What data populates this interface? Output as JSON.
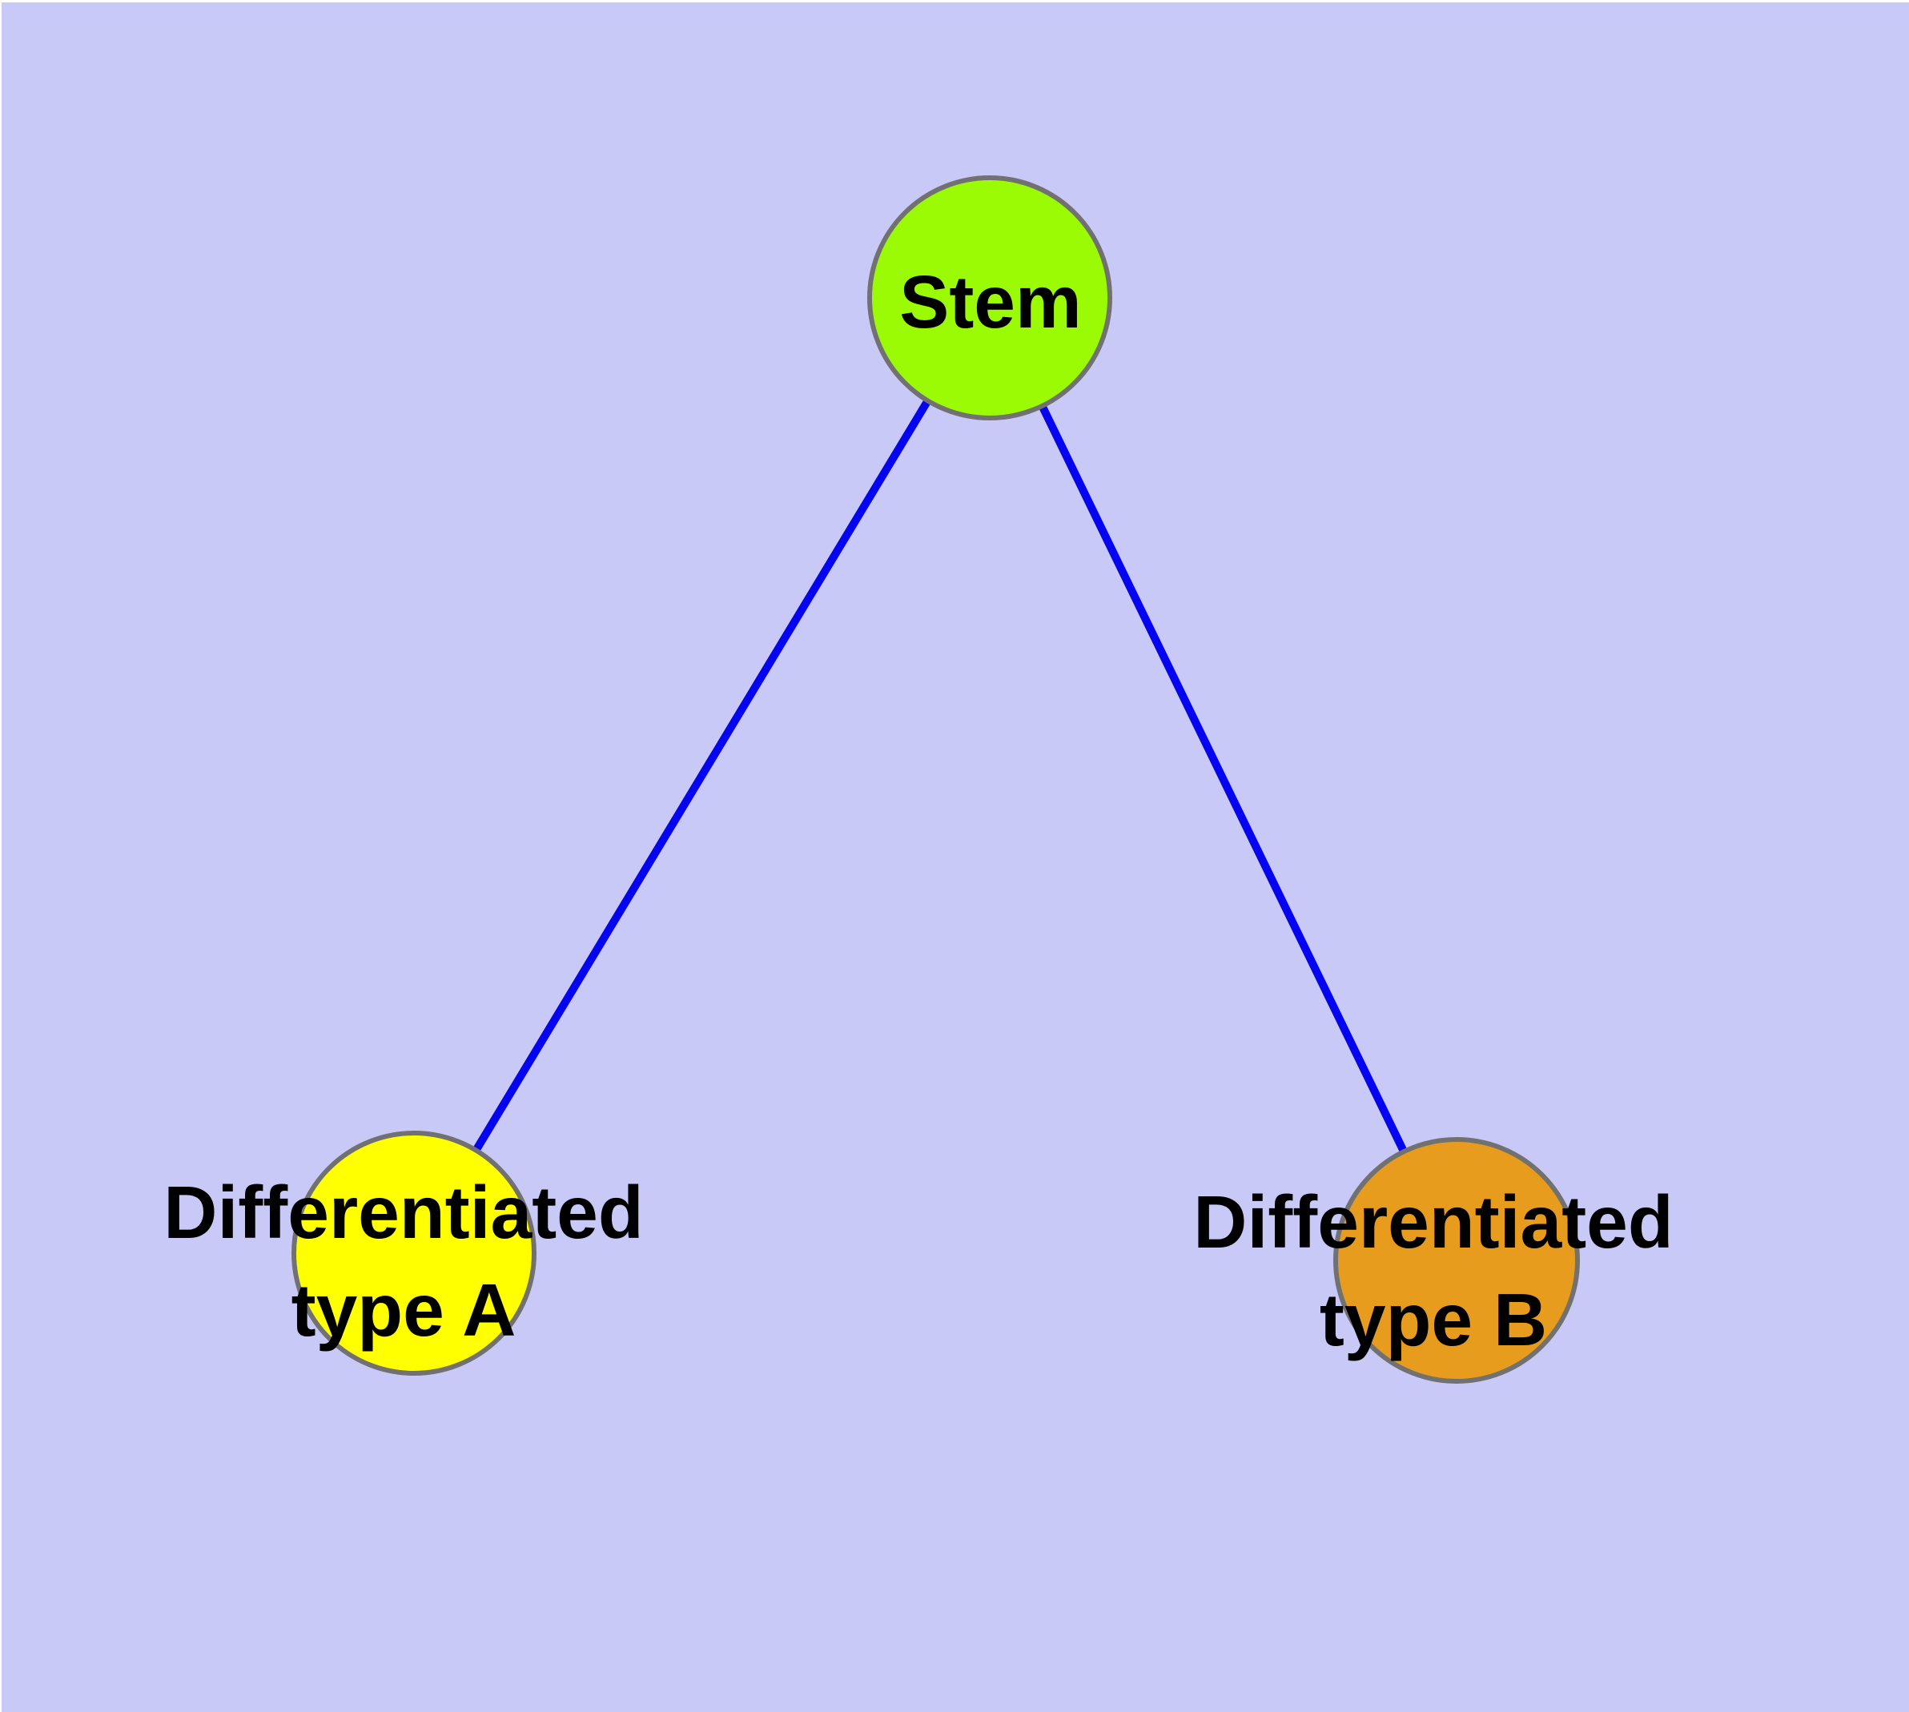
{
  "diagram": {
    "background_color": "#C9C9F8",
    "edge_color": "#0404F2",
    "node_border_color": "#717171",
    "label_text_color": "#000000",
    "nodes": [
      {
        "id": "stem",
        "label": "Stem",
        "fill": "#9AFB05"
      },
      {
        "id": "type-a",
        "label_line1": "Differentiated",
        "label_line2": "type A",
        "fill": "#FFFF00"
      },
      {
        "id": "type-b",
        "label_line1": "Differentiated",
        "label_line2": "type B",
        "fill": "#E79C1E"
      }
    ],
    "edges": [
      {
        "from": "stem",
        "to": "type-a"
      },
      {
        "from": "stem",
        "to": "type-b"
      }
    ]
  }
}
